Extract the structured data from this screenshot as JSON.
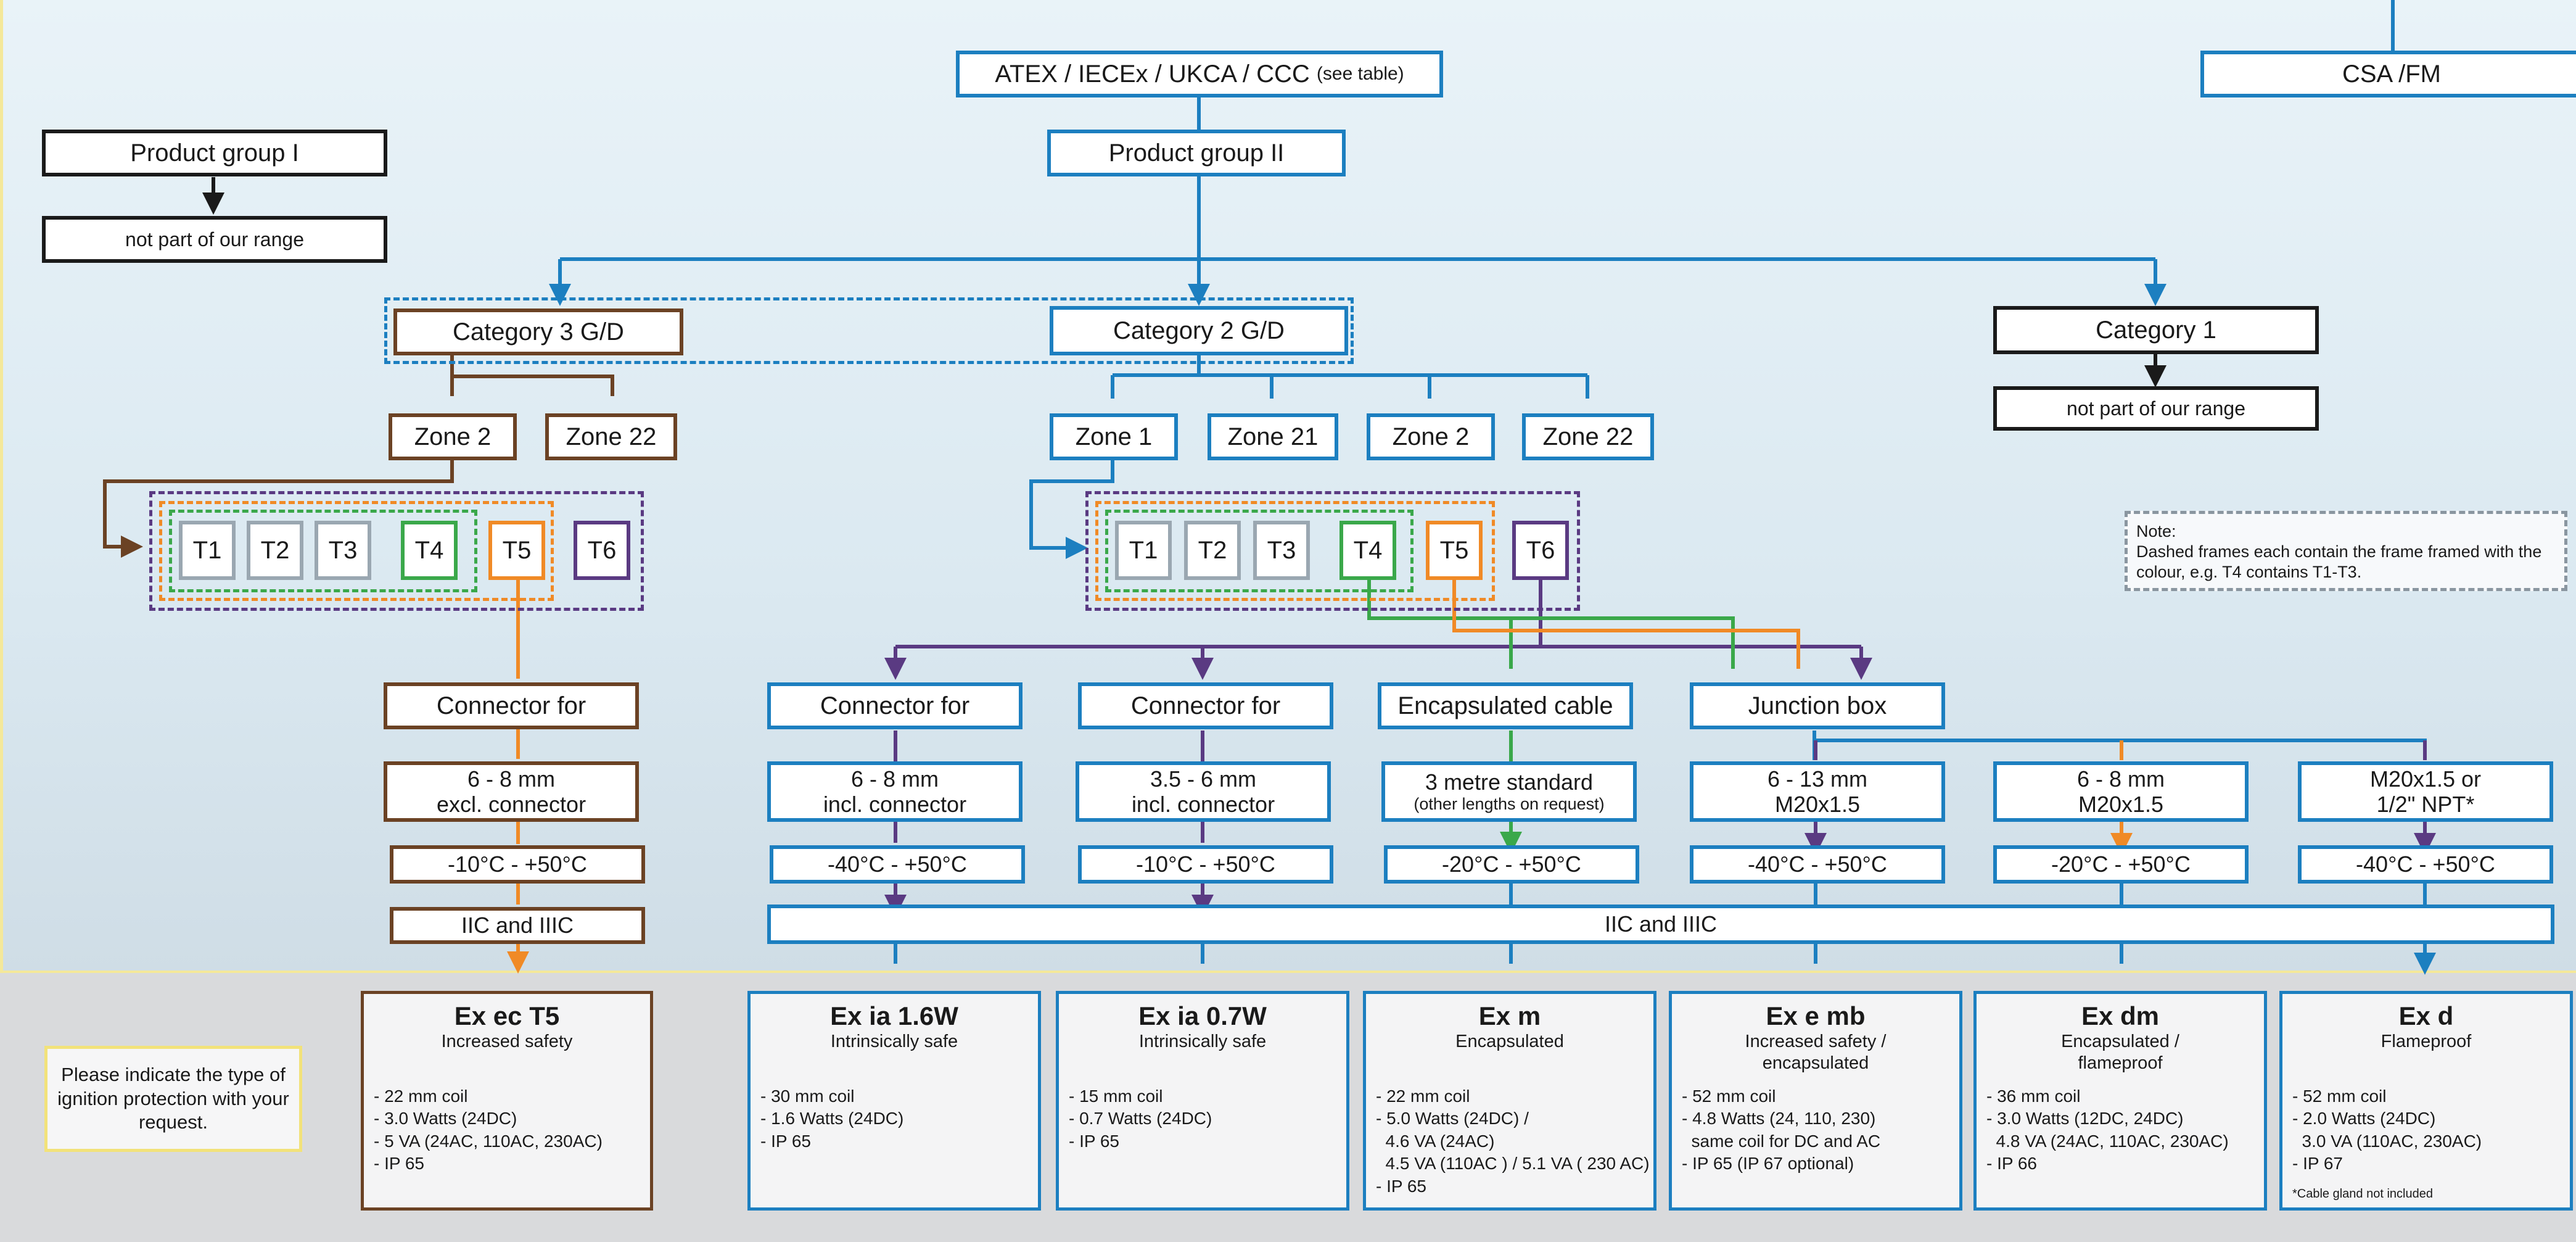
{
  "header": {
    "atex": "ATEX / IECEx / UKCA / CCC",
    "atex_note": "(see table)",
    "csa": "CSA /FM"
  },
  "group1": {
    "title": "Product group I",
    "note": "not part of our range"
  },
  "group2": {
    "title": "Product group II"
  },
  "categories": {
    "cat3": "Category 3 G/D",
    "cat2": "Category 2 G/D",
    "cat1": "Category 1",
    "cat1_note": "not part of our range"
  },
  "zones": {
    "cat3": [
      "Zone 2",
      "Zone 22"
    ],
    "cat2": [
      "Zone 1",
      "Zone 21",
      "Zone 2",
      "Zone 22"
    ]
  },
  "temp_classes": [
    "T1",
    "T2",
    "T3",
    "T4",
    "T5",
    "T6"
  ],
  "note": {
    "label": "Note:",
    "text": "Dashed frames each contain the frame framed with the colour, e.g. T4 contains T1-T3."
  },
  "devices": {
    "cat3_connector": "Connector for",
    "connector_a": "Connector for",
    "connector_b": "Connector for",
    "encapsulated_cable": "Encapsulated cable",
    "junction_box": "Junction box"
  },
  "specs": {
    "cat3_size": [
      "6 - 8 mm",
      "excl. connector"
    ],
    "cat3_temp": "-10°C - +50°C",
    "cat3_gas": "IIC and IIIC",
    "col1_size": [
      "6 - 8 mm",
      "incl. connector"
    ],
    "col1_temp": "-40°C - +50°C",
    "col2_size": [
      "3.5 - 6 mm",
      "incl. connector"
    ],
    "col2_temp": "-10°C - +50°C",
    "col3_size": [
      "3 metre standard",
      "(other lengths on request)"
    ],
    "col3_temp": "-20°C - +50°C",
    "col4_size": [
      "6 - 13 mm",
      "M20x1.5"
    ],
    "col4_temp": "-40°C - +50°C",
    "col5_size": [
      "6 - 8 mm",
      "M20x1.5"
    ],
    "col5_temp": "-20°C - +50°C",
    "col6_size": [
      "M20x1.5 or",
      "1/2\" NPT*"
    ],
    "col6_temp": "-40°C - +50°C",
    "gas_bar": "IIC and IIIC"
  },
  "indicate": "Please indicate the type of ignition protection with your request.",
  "products": [
    {
      "title": "Ex ec T5",
      "sub": [
        "Increased safety"
      ],
      "specs": [
        "- 22 mm coil",
        "- 3.0 Watts (24DC)",
        "- 5 VA (24AC, 110AC, 230AC)",
        "- IP 65"
      ],
      "footnote": ""
    },
    {
      "title": "Ex ia 1.6W",
      "sub": [
        "Intrinsically safe"
      ],
      "specs": [
        "- 30 mm coil",
        "- 1.6 Watts (24DC)",
        "- IP 65"
      ],
      "footnote": ""
    },
    {
      "title": "Ex ia 0.7W",
      "sub": [
        "Intrinsically safe"
      ],
      "specs": [
        "- 15 mm coil",
        "- 0.7 Watts (24DC)",
        "- IP 65"
      ],
      "footnote": ""
    },
    {
      "title": "Ex m",
      "sub": [
        "Encapsulated"
      ],
      "specs": [
        "- 22 mm coil",
        "- 5.0 Watts (24DC) /",
        "  4.6 VA (24AC)",
        "  4.5 VA (110AC ) / 5.1 VA ( 230 AC)",
        "- IP 65"
      ],
      "footnote": ""
    },
    {
      "title": "Ex e mb",
      "sub": [
        "Increased safety /",
        "encapsulated"
      ],
      "specs": [
        "- 52 mm coil",
        "- 4.8 Watts (24, 110, 230)",
        "  same coil for DC and AC",
        "- IP 65 (IP 67 optional)"
      ],
      "footnote": ""
    },
    {
      "title": "Ex dm",
      "sub": [
        "Encapsulated /",
        "flameproof"
      ],
      "specs": [
        "- 36 mm coil",
        "- 3.0 Watts (12DC, 24DC)",
        "  4.8 VA (24AC, 110AC, 230AC)",
        "- IP 66"
      ],
      "footnote": ""
    },
    {
      "title": "Ex d",
      "sub": [
        "Flameproof"
      ],
      "specs": [
        "- 52 mm coil",
        "- 2.0 Watts (24DC)",
        "  3.0 VA (110AC, 230AC)",
        "- IP 67"
      ],
      "footnote": "*Cable gland not included"
    }
  ],
  "colors": {
    "blue": "#1c7fc0",
    "brown": "#6b4224",
    "green": "#3aa84a",
    "orange": "#f08a26",
    "purple": "#5a3a82",
    "grey": "#9aa7b1",
    "black": "#1a1a1a"
  }
}
